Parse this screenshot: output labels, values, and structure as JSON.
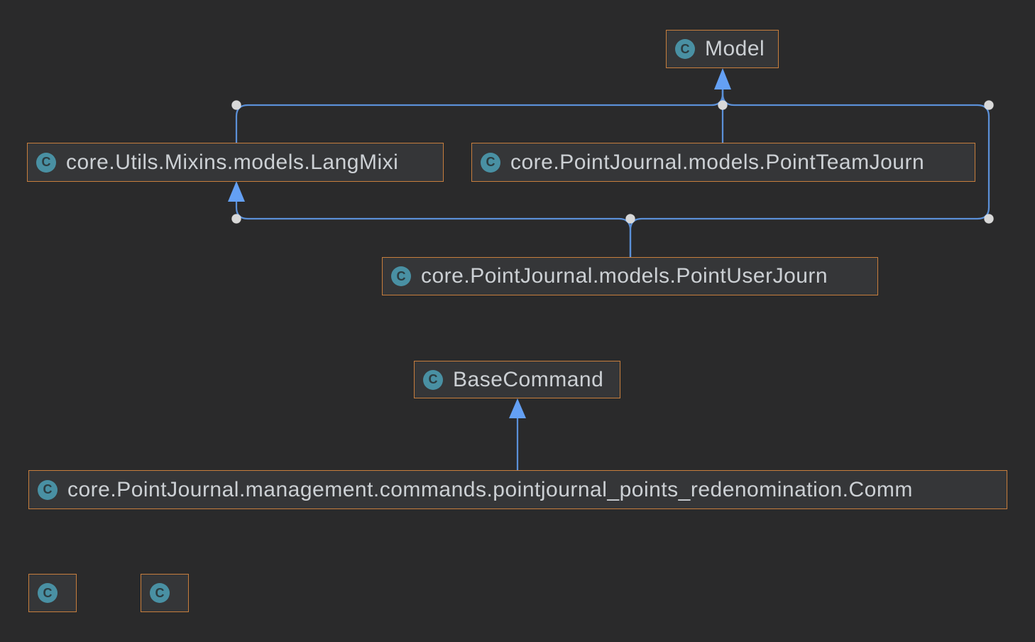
{
  "diagram": {
    "title": "class-inheritance-diagram",
    "icon_letter": "C",
    "colors": {
      "background": "#2a2a2b",
      "node_fill": "#353638",
      "node_border": "#c77e3d",
      "label_text": "#ccd0d4",
      "class_icon_bg": "#4990a3",
      "class_icon_glyph": "#2c3c40",
      "edge_line": "#5b90d8",
      "arrow_fill": "#64a0f4",
      "bend_handle": "#d8d8d8"
    },
    "nodes": [
      {
        "id": "model",
        "label": "Model"
      },
      {
        "id": "lang-mixin",
        "label": "core.Utils.Mixins.models.LangMixi"
      },
      {
        "id": "point-team-journal",
        "label": "core.PointJournal.models.PointTeamJourn"
      },
      {
        "id": "point-user-journal",
        "label": "core.PointJournal.models.PointUserJourn"
      },
      {
        "id": "base-command",
        "label": "BaseCommand"
      },
      {
        "id": "redenomination-command",
        "label": "core.PointJournal.management.commands.pointjournal_points_redenomination.Comm"
      },
      {
        "id": "unlabeled-class-1",
        "label": ""
      },
      {
        "id": "unlabeled-class-2",
        "label": ""
      }
    ],
    "edges": [
      {
        "from": "core.PointJournal.models.PointTeamJourn",
        "to": "Model",
        "type": "inheritance"
      },
      {
        "from": "core.Utils.Mixins.models.LangMixi",
        "to": "Model",
        "type": "inheritance"
      },
      {
        "from": "core.PointJournal.models.PointUserJourn",
        "to": "Model",
        "type": "inheritance"
      },
      {
        "from": "core.PointJournal.models.PointUserJourn",
        "to": "core.Utils.Mixins.models.LangMixi",
        "type": "inheritance"
      },
      {
        "from": "core.PointJournal.management.commands.pointjournal_points_redenomination.Comm",
        "to": "BaseCommand",
        "type": "inheritance"
      }
    ]
  }
}
